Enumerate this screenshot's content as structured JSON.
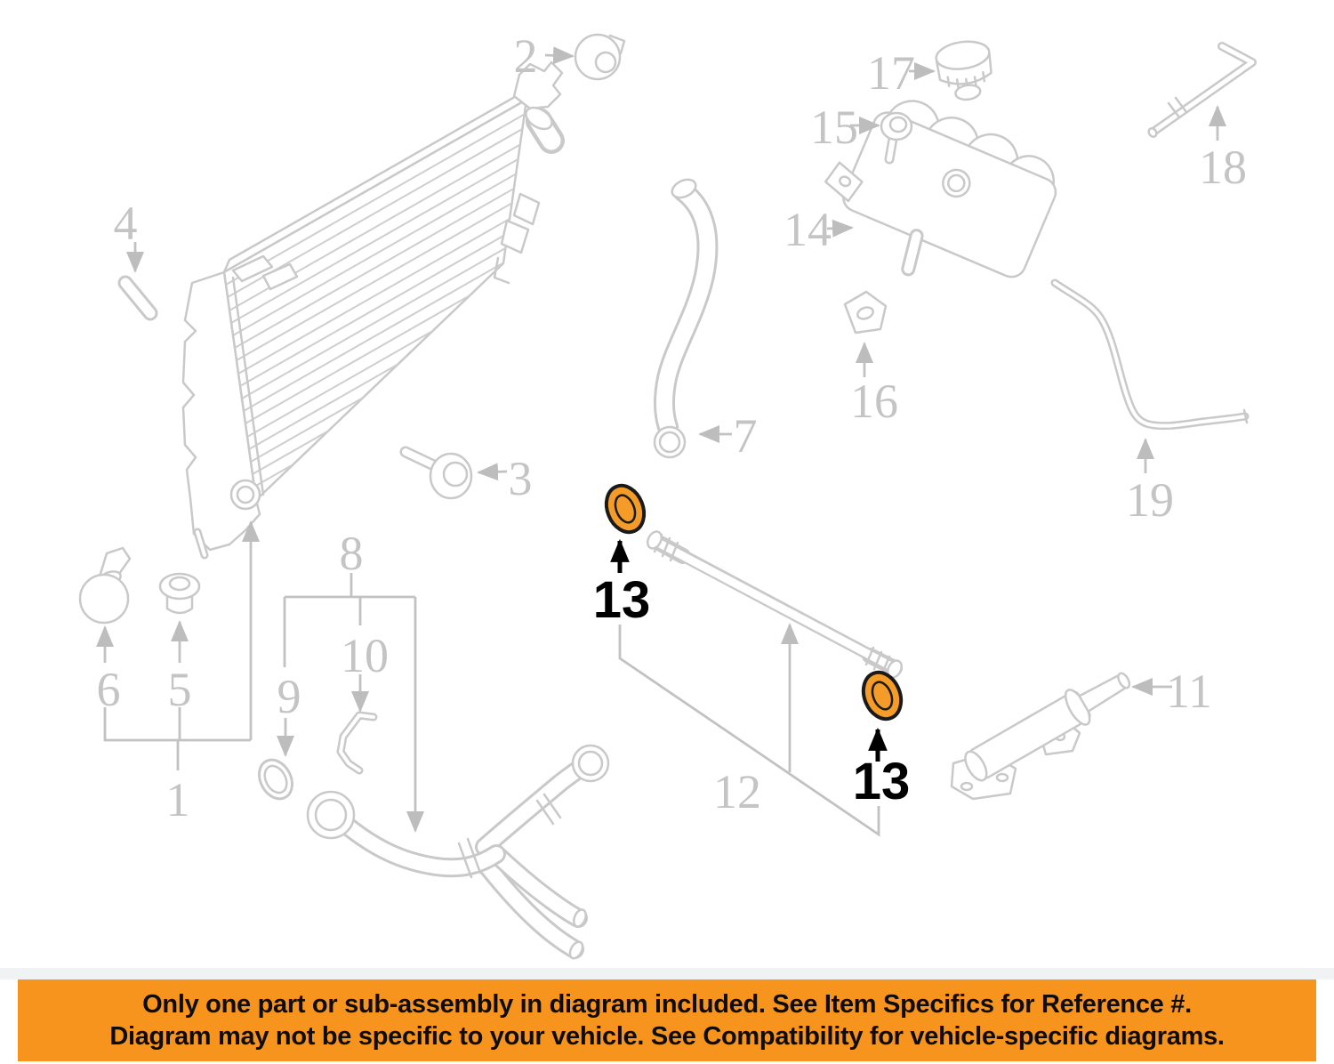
{
  "diagram": {
    "title": "cooling system parts diagram",
    "line_color": "#c9c9c9",
    "label_color": "#c4c4c4",
    "highlight_color": "#F59C28",
    "highlight_outline": "#1a1a1a",
    "callouts": {
      "c1": {
        "label": "1",
        "highlighted": false
      },
      "c2": {
        "label": "2",
        "highlighted": false
      },
      "c3": {
        "label": "3",
        "highlighted": false
      },
      "c4": {
        "label": "4",
        "highlighted": false
      },
      "c5": {
        "label": "5",
        "highlighted": false
      },
      "c6": {
        "label": "6",
        "highlighted": false
      },
      "c7": {
        "label": "7",
        "highlighted": false
      },
      "c8": {
        "label": "8",
        "highlighted": false
      },
      "c9": {
        "label": "9",
        "highlighted": false
      },
      "c10": {
        "label": "10",
        "highlighted": false
      },
      "c11": {
        "label": "11",
        "highlighted": false
      },
      "c12": {
        "label": "12",
        "highlighted": false
      },
      "c13a": {
        "label": "13",
        "highlighted": true
      },
      "c13b": {
        "label": "13",
        "highlighted": true
      },
      "c14": {
        "label": "14",
        "highlighted": false
      },
      "c15": {
        "label": "15",
        "highlighted": false
      },
      "c16": {
        "label": "16",
        "highlighted": false
      },
      "c17": {
        "label": "17",
        "highlighted": false
      },
      "c18": {
        "label": "18",
        "highlighted": false
      },
      "c19": {
        "label": "19",
        "highlighted": false
      }
    }
  },
  "banner": {
    "background": "#F7941E",
    "text_color": "#0d0d0d",
    "line1": "Only one part or sub-assembly in diagram included. See Item Specifics for Reference #.",
    "line2": "Diagram may not be specific to your vehicle. See Compatibility for vehicle-specific diagrams."
  }
}
